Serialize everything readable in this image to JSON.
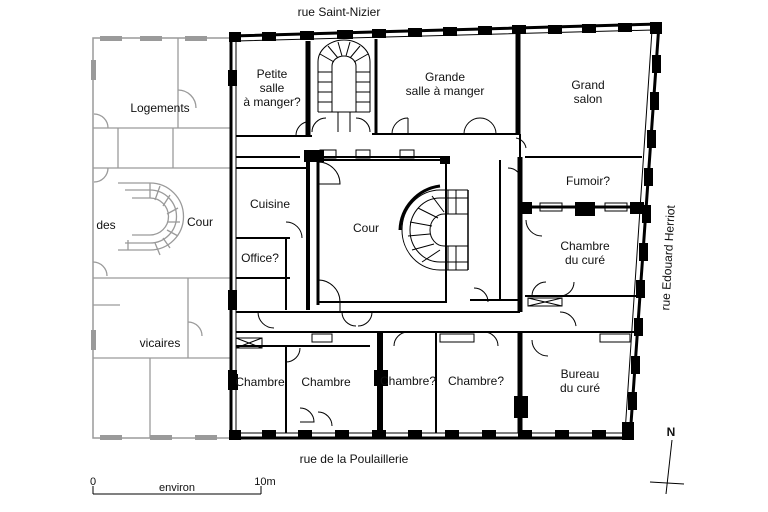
{
  "streets": {
    "north": "rue Saint-Nizier",
    "south": "rue de la Poulaillerie",
    "east": "rue Edouard Herriot"
  },
  "rooms": {
    "logements": "Logements",
    "des": "des",
    "cour_west": "Cour",
    "vicaires": "vicaires",
    "petite_1": "Petite",
    "petite_2": "salle",
    "petite_3": "à manger?",
    "grande_1": "Grande",
    "grande_2": "salle à manger",
    "salon_1": "Grand",
    "salon_2": "salon",
    "fumoir": "Fumoir?",
    "cuisine": "Cuisine",
    "office": "Office?",
    "cour_center": "Cour",
    "chambre_cure_1": "Chambre",
    "chambre_cure_2": "du curé",
    "bureau_1": "Bureau",
    "bureau_2": "du curé",
    "chambre_1": "Chambre",
    "chambre_2": "Chambre",
    "chambre_3": "Chambre?",
    "chambre_4": "Chambre?"
  },
  "north_arrow": "N",
  "scale": {
    "start": "0",
    "label": "environ",
    "end": "10m"
  },
  "colors": {
    "wall": "#000000",
    "old_wall": "#9a9a9a",
    "line": "#222222"
  }
}
